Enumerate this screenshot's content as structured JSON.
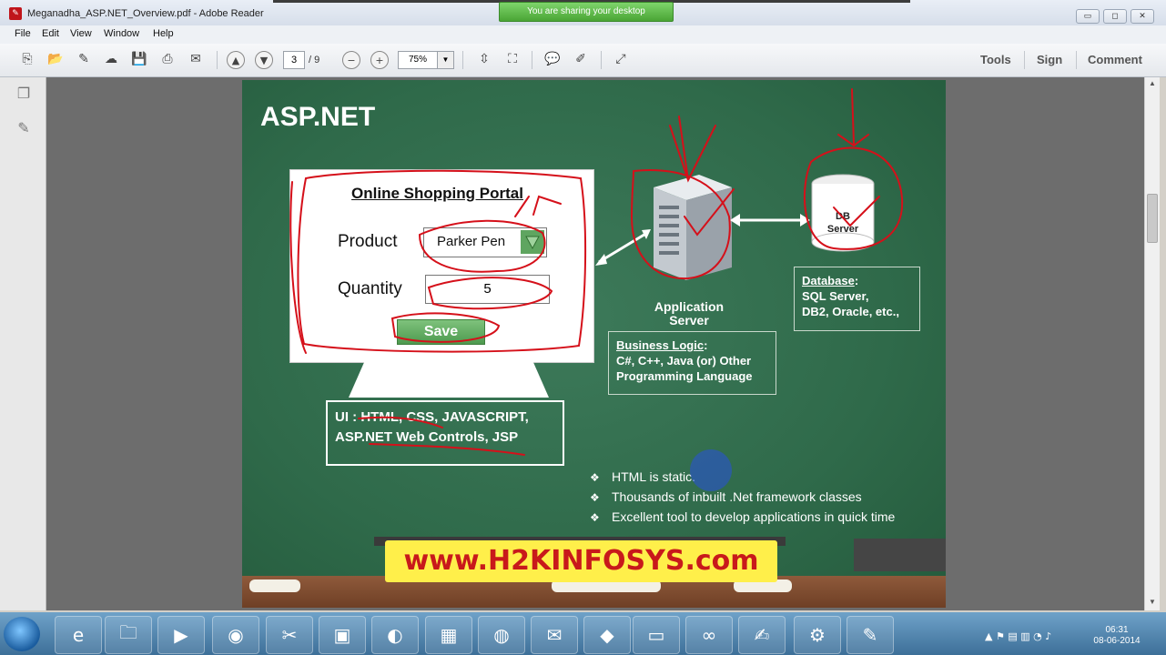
{
  "window": {
    "title": "Meganadha_ASP.NET_Overview.pdf - Adobe Reader",
    "sharing_notice": "You are sharing your desktop",
    "controls": {
      "minimize": "▭",
      "maximize": "◻",
      "close": "✕"
    }
  },
  "menu": [
    "File",
    "Edit",
    "View",
    "Window",
    "Help"
  ],
  "toolbar": {
    "current_page": "3",
    "total_pages": "/ 9",
    "zoom": "75%",
    "tools_label": "Tools",
    "sign_label": "Sign",
    "comment_label": "Comment"
  },
  "slide": {
    "title": "ASP.NET",
    "portal": {
      "heading": "Online Shopping Portal",
      "product_label": "Product",
      "product_value": "Parker Pen",
      "quantity_label": "Quantity",
      "quantity_value": "5",
      "save_label": "Save"
    },
    "ui_tech_line1": "UI : HTML, CSS, JAVASCRIPT,",
    "ui_tech_line2": "ASP.NET Web Controls, JSP",
    "app_server_line1": "Application",
    "app_server_line2": "Server",
    "db_server_line1": "DB",
    "db_server_line2": "Server",
    "business_logic": {
      "heading": "Business Logic",
      "line1": "C#, C++, Java (or) Other",
      "line2": "Programming Language"
    },
    "database": {
      "heading": "Database",
      "line1": "SQL Server,",
      "line2": "DB2, Oracle, etc.,"
    },
    "bullets": [
      "HTML is static.",
      "Thousands of inbuilt .Net framework classes",
      "Excellent tool to develop applications in quick time"
    ],
    "banner": "www.H2KINFOSYS.com"
  },
  "taskbar": {
    "apps": [
      "internet-explorer",
      "file-explorer",
      "media-player",
      "chrome",
      "snipping-tool",
      "dev-express",
      "firefox",
      "calculator",
      "chrome-canary",
      "outlook",
      "paint",
      "remote-desktop",
      "visual-studio",
      "adobe-reader",
      "network-tool",
      "paint-brush"
    ],
    "time": "06:31",
    "date": "08-06-2014"
  },
  "colors": {
    "board_green": "#2f6a4a",
    "annotation_red": "#d5101a",
    "banner_yellow": "#ffef4a",
    "banner_text": "#c8191b"
  }
}
